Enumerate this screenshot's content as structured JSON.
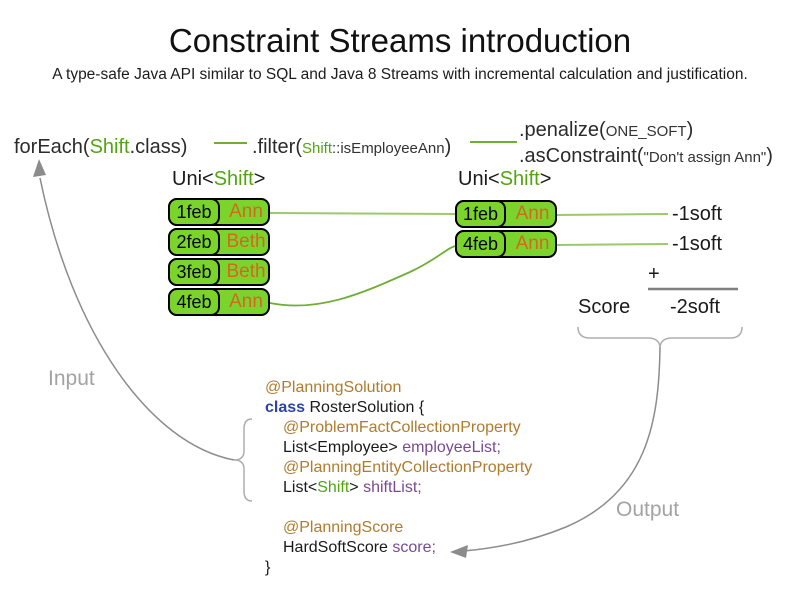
{
  "title": "Constraint Streams introduction",
  "subtitle": "A type-safe Java API similar to SQL and Java 8 Streams with incremental calculation and justification.",
  "pipeline": {
    "foreach": {
      "fn": "forEach(",
      "arg": "Shift",
      "suffix": ".class)"
    },
    "filter": {
      "fn": ".filter(",
      "arg_class": "Shift",
      "arg_method": "::isEmployeeAnn",
      "close": ")"
    },
    "penalize": {
      "fn": ".penalize(",
      "arg": "ONE_SOFT",
      "close": ")"
    },
    "asconstraint": {
      "fn": ".asConstraint(",
      "arg": "\"Don't assign Ann\"",
      "close": ")"
    }
  },
  "left_stream": {
    "type_prefix": "Uni<",
    "type_name": "Shift",
    "type_suffix": ">",
    "rows": [
      {
        "date": "1feb",
        "name": "Ann"
      },
      {
        "date": "2feb",
        "name": "Beth"
      },
      {
        "date": "3feb",
        "name": "Beth"
      },
      {
        "date": "4feb",
        "name": "Ann"
      }
    ]
  },
  "right_stream": {
    "type_prefix": "Uni<",
    "type_name": "Shift",
    "type_suffix": ">",
    "rows": [
      {
        "date": "1feb",
        "name": "Ann"
      },
      {
        "date": "4feb",
        "name": "Ann"
      }
    ]
  },
  "penalties": {
    "p1": "-1soft",
    "p2": "-1soft"
  },
  "score_summary": {
    "plus": "+",
    "label": "Score",
    "total": "-2soft"
  },
  "flow_labels": {
    "input": "Input",
    "output": "Output"
  },
  "code": {
    "l0": {
      "s0": "@PlanningSolution"
    },
    "l1": {
      "s0": "class",
      "s1": " RosterSolution {"
    },
    "l2": {
      "s0": "@ProblemFactCollectionProperty"
    },
    "l3": {
      "s0": "List<Employee> ",
      "s1": "employeeList;"
    },
    "l4": {
      "s0": "@PlanningEntityCollectionProperty"
    },
    "l5": {
      "s0": "List<",
      "s1": "Shift",
      "s2": "> ",
      "s3": "shiftList;"
    },
    "l6": {
      "s0": "@PlanningScore"
    },
    "l7": {
      "s0": "HardSoftScore ",
      "s1": "score;"
    },
    "l8": {
      "s0": "}"
    }
  },
  "colors": {
    "box_green": "#7bd42c",
    "type_green": "#52a511",
    "name_orange": "#d2691e",
    "annotation_gold": "#ae7c2c",
    "keyword_blue": "#2c46a6",
    "field_purple": "#784b91",
    "arrow_gray": "#8c8c8c",
    "label_gray": "#a3a3a3"
  }
}
